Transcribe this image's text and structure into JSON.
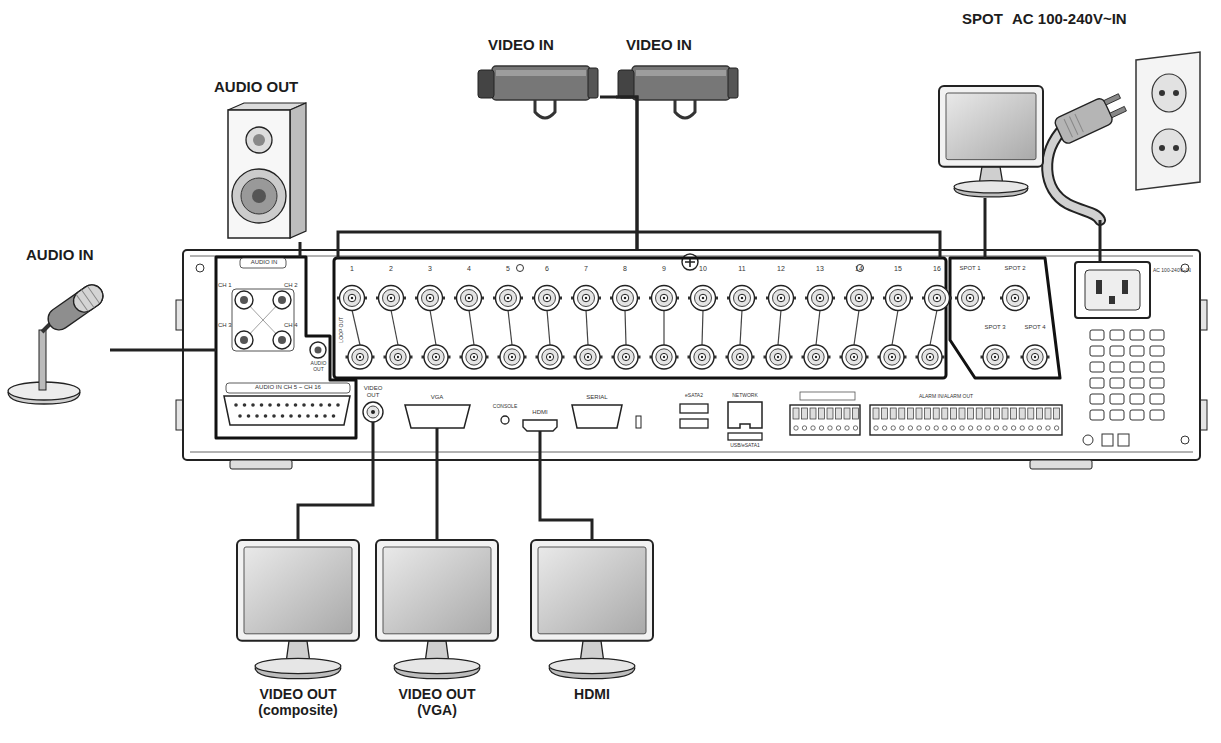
{
  "diagram": {
    "nodes": [
      {
        "text": [
          "VIDEO IN"
        ]
      },
      {
        "text": [
          "VIDEO IN"
        ]
      },
      {
        "text": [
          "SPOT"
        ]
      },
      {
        "text": [
          "AC 100-240V~IN"
        ]
      },
      {
        "text": [
          "AUDIO OUT"
        ]
      },
      {
        "text": [
          "AUDIO IN"
        ]
      },
      {
        "text": [
          "AUDIO IN",
          "CH 1",
          "CH 2",
          "CH 3",
          "CH 4",
          "AUDIO OUT",
          "LOOP OUT",
          "AUDIO IN CH 5 ~ CH 16",
          "1",
          "2",
          "3",
          "4",
          "5",
          "6",
          "7",
          "8",
          "9",
          "10",
          "11",
          "12",
          "13",
          "14",
          "15",
          "16",
          "SPOT 1",
          "SPOT 2",
          "SPOT 3",
          "SPOT 4",
          "AC 100-240V~IN",
          "VIDEO OUT",
          "VGA",
          "CONSOLE",
          "HDMI",
          "SERIAL",
          "eSATA2",
          "NETWORK",
          "USB/eSATA1",
          "ALARM IN/ALARM OUT"
        ]
      },
      {
        "text": [
          "VIDEO OUT (composite)"
        ]
      },
      {
        "text": [
          "VIDEO OUT (VGA)"
        ]
      },
      {
        "text": [
          "HDMI"
        ]
      }
    ],
    "edges": [
      {
        "from": 0,
        "to": 6,
        "arrow": "none"
      },
      {
        "from": 1,
        "to": 6,
        "arrow": "none"
      },
      {
        "from": 2,
        "to": 6,
        "arrow": "none"
      },
      {
        "from": 3,
        "to": 6,
        "arrow": "none"
      },
      {
        "from": 4,
        "to": 6,
        "arrow": "none"
      },
      {
        "from": 5,
        "to": 6,
        "arrow": "none"
      },
      {
        "from": 6,
        "to": 7,
        "arrow": "none"
      },
      {
        "from": 6,
        "to": 8,
        "arrow": "none"
      },
      {
        "from": 6,
        "to": 9,
        "arrow": "none"
      }
    ]
  }
}
